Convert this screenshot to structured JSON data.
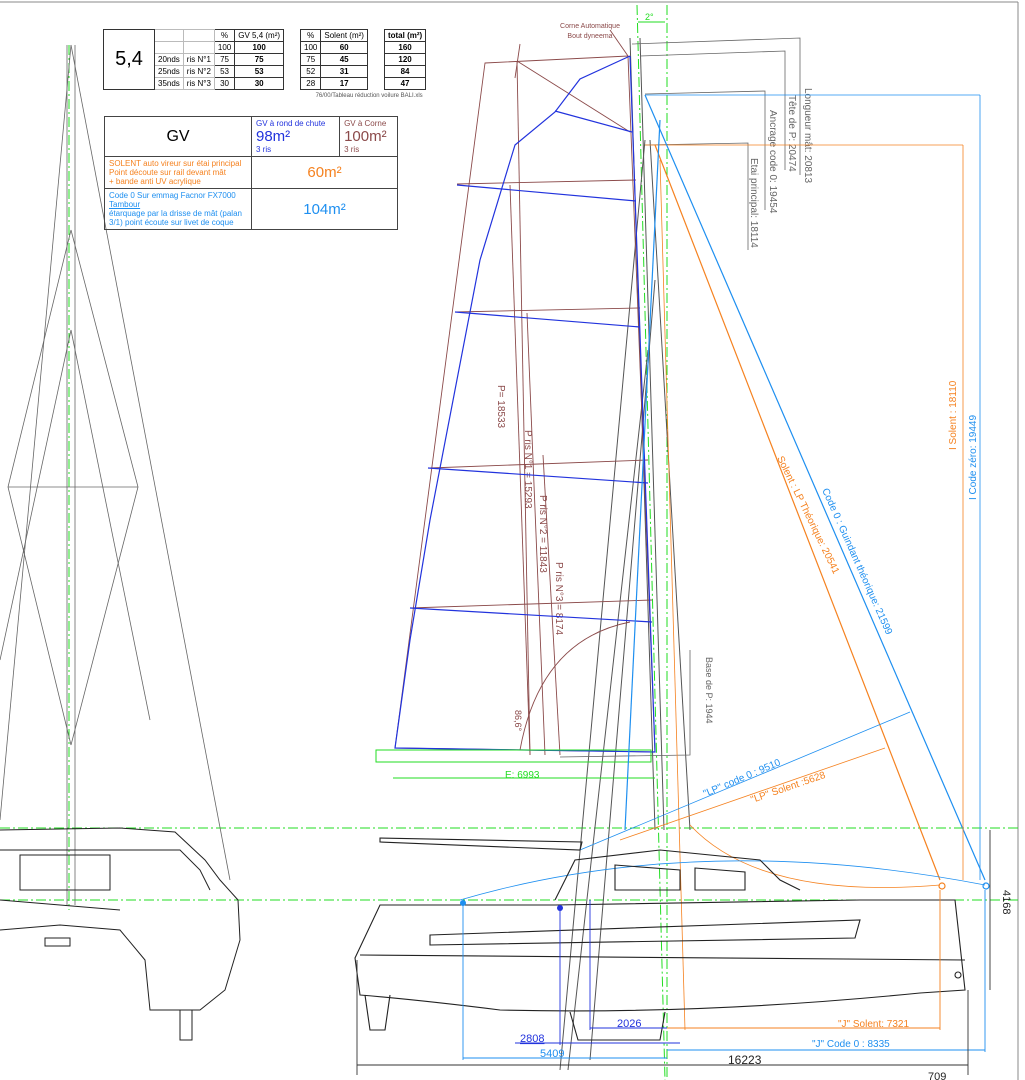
{
  "reduction_table": {
    "model": "5,4",
    "headers": [
      "%",
      "GV 5,4 (m²)",
      "%",
      "Solent (m²)",
      "total (m²)"
    ],
    "rows": [
      {
        "wind": "",
        "reef": "",
        "gv_pct": "100",
        "gv": "100",
        "solent_pct": "100",
        "solent": "60",
        "total": "160"
      },
      {
        "wind": "20nds",
        "reef": "ris N°1",
        "gv_pct": "75",
        "gv": "75",
        "solent_pct": "75",
        "solent": "45",
        "total": "120"
      },
      {
        "wind": "25nds",
        "reef": "ris N°2",
        "gv_pct": "53",
        "gv": "53",
        "solent_pct": "52",
        "solent": "31",
        "total": "84"
      },
      {
        "wind": "35nds",
        "reef": "ris N°3",
        "gv_pct": "30",
        "gv": "30",
        "solent_pct": "28",
        "solent": "17",
        "total": "47"
      }
    ],
    "note": "76/00/Tableau réduction voilure BALI.xls"
  },
  "sail_table": {
    "gv_label": "GV",
    "gv_roach_title": "GV à rond de chute",
    "gv_roach_area": "98m²",
    "gv_roach_reefs": "3 ris",
    "gv_gaff_title": "GV à Corne",
    "gv_gaff_area": "100m²",
    "gv_gaff_reefs": "3 ris",
    "solent_desc_1": "SOLENT auto vireur sur étai principal",
    "solent_desc_2": "Point découte sur rail devant mât",
    "solent_desc_3": "+ bande anti UV acrylique",
    "solent_area": "60m²",
    "code0_desc_1": "Code 0 Sur emmag Facnor FX7000",
    "code0_desc_2": "Tambour",
    "code0_desc_3": "étarquage par la drisse de mât (palan 3/1) point écoute sur livet de coque",
    "code0_area": "104m²"
  },
  "annotations": {
    "gaff_note_1": "Corne Automatique",
    "gaff_note_2": "Bout dyneema",
    "rake": "2°",
    "mast_length": "Longueur mât: 20813",
    "p_head": "Tête de P: 20474",
    "code0_anchor": "Ancrage code 0: 19454",
    "forestay": "Etai principal: 18114",
    "p": "P= 18533",
    "p_reef1": "P ris N°1 = 15293",
    "p_reef2": "P ris N°2 = 11843",
    "p_reef3": "P ris N°3 = 8174",
    "angle": "86,6°",
    "base_p": "Base de P: 1944",
    "e": "E: 6993",
    "solent_lp_theo": "Solent : LP Théorique: 20541",
    "code0_luff": "Code 0 : Guindant théorique: 21599",
    "i_solent": "I Solent : 18110",
    "i_code0": "I Code zéro: 19449",
    "lp_code0": "\"LP\" code 0 : 9510",
    "lp_solent": "\"LP\" Solent :5628",
    "j_solent": "\"J\" Solent: 7321",
    "j_code0": "\"J\" Code 0 : 8335",
    "dim_2026": "2026",
    "dim_2808": "2808",
    "dim_5409": "5409",
    "dim_16223": "16223",
    "dim_709": "709",
    "dim_4168": "4168"
  },
  "colors": {
    "mainsail_roach": "#2233dd",
    "mainsail_gaff": "#8b4a4a",
    "solent": "#f58220",
    "code0": "#1e8ff0",
    "centerline": "#22dd22"
  }
}
